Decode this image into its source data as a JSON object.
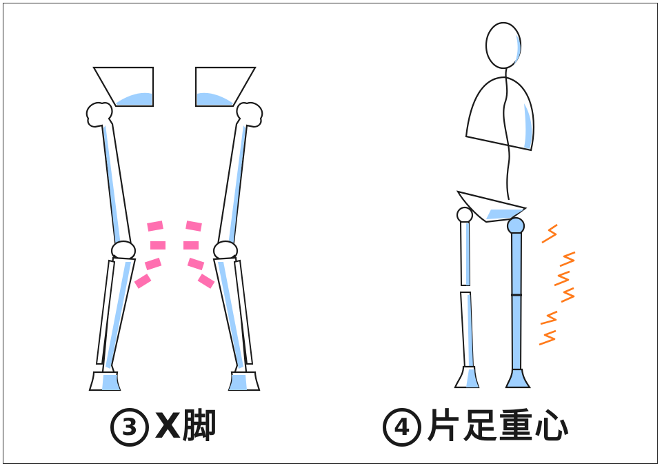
{
  "panels": [
    {
      "number": "3",
      "title": "X脚"
    },
    {
      "number": "4",
      "title": "片足重心"
    }
  ],
  "colors": {
    "outline": "#1a1a1a",
    "shading": "#9fd0ff",
    "strain_marks": "#ff6fb0",
    "pain_marks": "#ff7a1a"
  }
}
